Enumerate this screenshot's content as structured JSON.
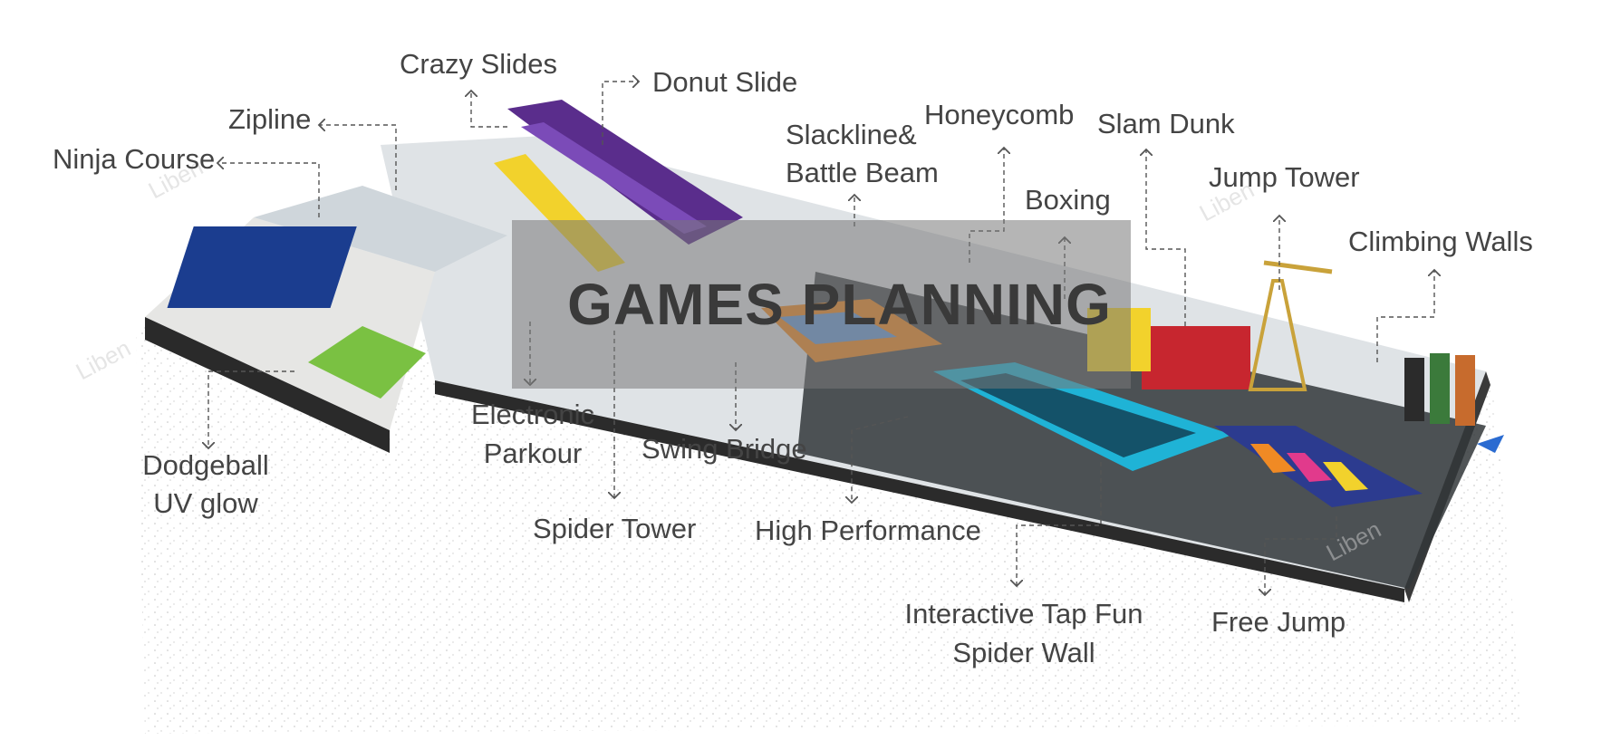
{
  "banner": {
    "title": "GAMES PLANNING"
  },
  "labels": {
    "crazy_slides": "Crazy Slides",
    "donut_slide": "Donut Slide",
    "zipline": "Zipline",
    "ninja_course": "Ninja Course",
    "slackline_line1": "Slackline&",
    "slackline_line2": "Battle Beam",
    "honeycomb": "Honeycomb",
    "slam_dunk": "Slam Dunk",
    "jump_tower": "Jump Tower",
    "boxing": "Boxing",
    "climbing_walls": "Climbing Walls",
    "electronic_line1": "Electronic",
    "electronic_line2": "Parkour",
    "dodgeball_line1": "Dodgeball",
    "dodgeball_line2": "UV glow",
    "swing_bridge": "Swing Bridge",
    "spider_tower": "Spider Tower",
    "high_performance": "High Performance",
    "tap_fun_line1": "Interactive Tap Fun",
    "tap_fun_line2": "Spider Wall",
    "free_jump": "Free Jump"
  },
  "watermark": "Liben",
  "colors": {
    "label_text": "#444444",
    "leader_line": "#555555",
    "banner_fill": "#787878",
    "accent_blue": "#1fb3d6",
    "accent_purple": "#5a2d8c",
    "accent_orange": "#f08a24",
    "accent_yellow": "#f2d22c"
  }
}
